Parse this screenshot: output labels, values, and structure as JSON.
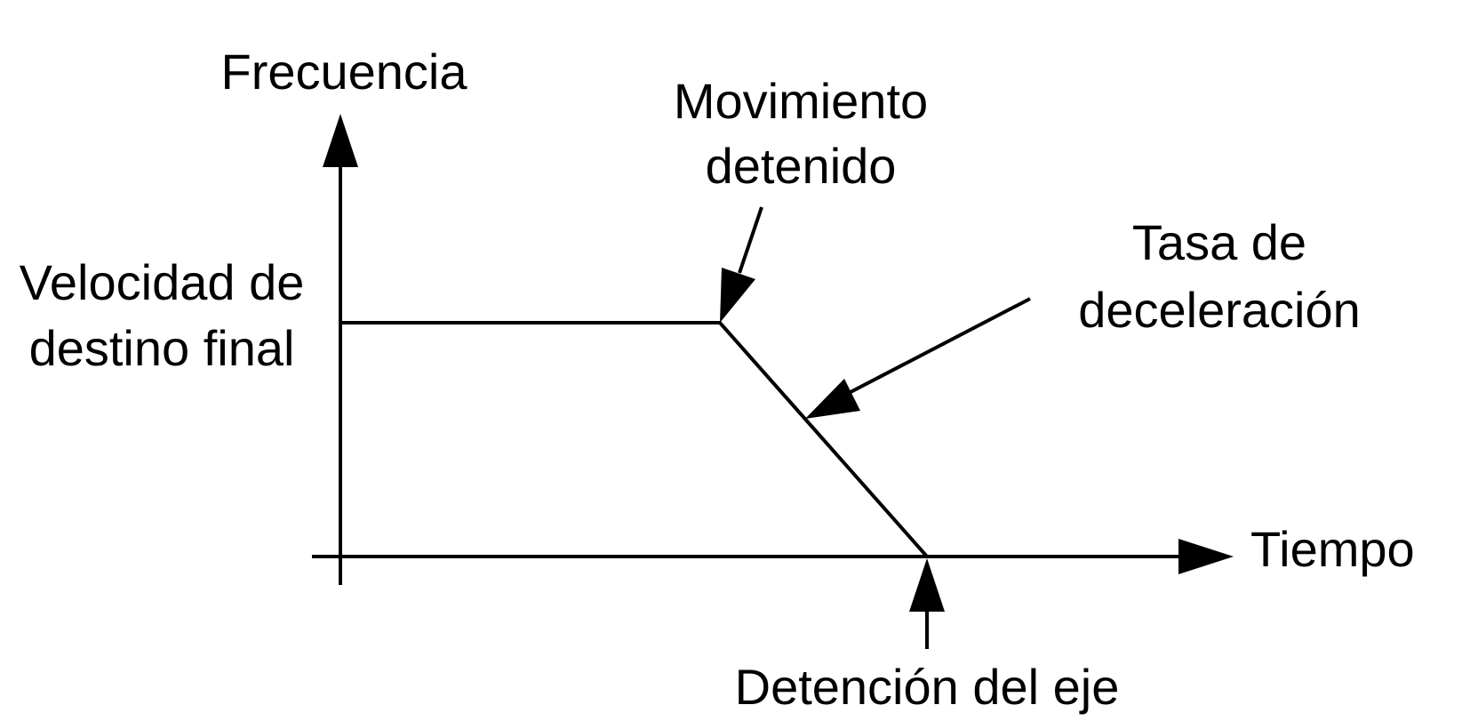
{
  "labels": {
    "y_axis": "Frecuencia",
    "x_axis": "Tiempo",
    "target_speed_line1": "Velocidad de",
    "target_speed_line2": "destino final",
    "movement_stopped_line1": "Movimiento",
    "movement_stopped_line2": "detenido",
    "decel_rate_line1": "Tasa de",
    "decel_rate_line2": "deceleración",
    "axis_stop": "Detención del eje"
  },
  "colors": {
    "line": "#000000",
    "background": "#ffffff"
  }
}
